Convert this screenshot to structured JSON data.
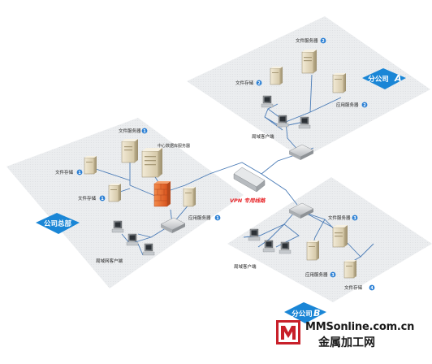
{
  "diagram": {
    "vpn_label": "VPN 专用线路",
    "sites": {
      "hq": {
        "name": "公司总部"
      },
      "a": {
        "name": "分公司",
        "letter": "A"
      },
      "b": {
        "name": "分公司",
        "letter": "B"
      }
    },
    "hq_nodes": {
      "file_server": "文件服务器",
      "file_store1": "文件存储",
      "file_store2": "文件存储",
      "center_server": "中心数据库服务器",
      "app_server": "应用服务器",
      "clients": "局域网客户端"
    },
    "a_nodes": {
      "file_server": "文件服务器",
      "file_store": "文件存储",
      "app_server": "应用服务器",
      "clients": "局域客户端"
    },
    "b_nodes": {
      "file_server": "文件服务器",
      "clients": "局域客户端",
      "app_server": "应用服务器",
      "file_store": "文件存储"
    },
    "badges": {
      "hq_file_server": "1",
      "hq_file_store1": "1",
      "hq_file_store2": "1",
      "hq_app_server": "1",
      "a_file_server": "2",
      "a_file_store": "2",
      "a_app_server": "2",
      "b_file_server": "3",
      "b_app_server": "3",
      "b_file_store": "4"
    }
  },
  "watermark": {
    "url": "MMSonline.com.cn",
    "name": "金属加工网",
    "logo_letter": "M"
  },
  "colors": {
    "panel": "#eceef0",
    "link": "#4a7bb6",
    "site_badge": "#1a86d6",
    "num_badge": "#2a7fd4",
    "vpn": "#e8262a",
    "firewall": "#e2662a",
    "logo": "#c8202a"
  }
}
